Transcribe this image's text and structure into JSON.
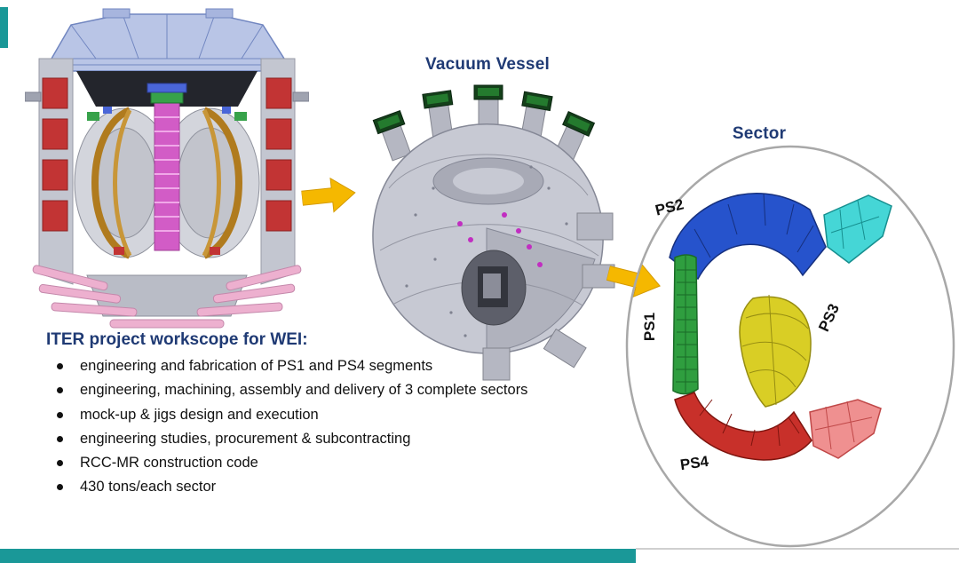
{
  "page": {
    "background": "#ffffff"
  },
  "accent_colors": {
    "teal_bar": "#1a9898",
    "heading_navy": "#1f3a74",
    "arrow_yellow": "#f5b800"
  },
  "labels": {
    "vacuum_vessel": "Vacuum Vessel",
    "sector": "Sector"
  },
  "segments": {
    "ps1": "PS1",
    "ps2": "PS2",
    "ps3": "PS3",
    "ps4": "PS4"
  },
  "segment_colors": {
    "ps1_green": "#2f9e3f",
    "ps2_blue": "#2653cc",
    "ps3_yellow": "#d9ce25",
    "ps4_red": "#c8302a",
    "upper_spare_cyan": "#45d6d6",
    "lower_spare_pink": "#ef9090"
  },
  "workscope": {
    "title": "ITER project workscope for WEI:",
    "bullets": [
      "engineering and fabrication of PS1 and PS4 segments",
      "engineering, machining, assembly and delivery of 3 complete sectors",
      "mock-up & jigs design and execution",
      "engineering studies, procurement & subcontracting",
      "RCC-MR construction code",
      "430 tons/each sector"
    ]
  }
}
